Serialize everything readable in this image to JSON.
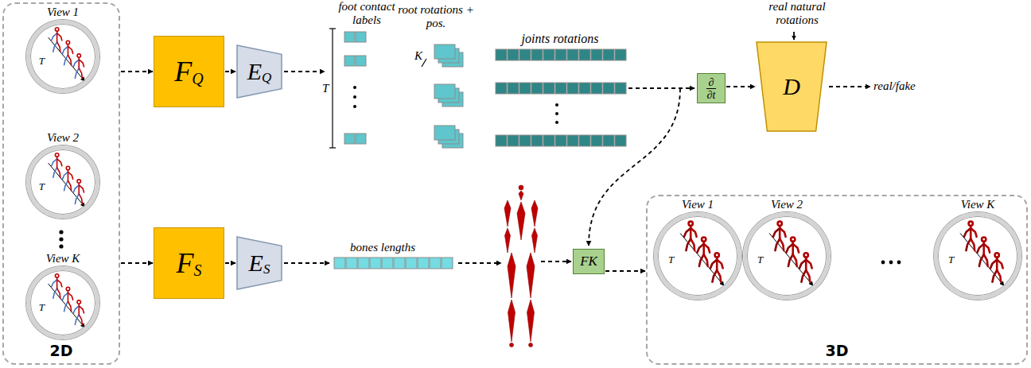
{
  "diagram": {
    "nodes": [
      {
        "text": [
          "2D"
        ]
      },
      {
        "text": [
          "View 1",
          "T"
        ],
        "in": 0
      },
      {
        "text": [
          "View 2",
          "T"
        ],
        "in": 0
      },
      {
        "text": [
          "View K",
          "T"
        ],
        "in": 0
      },
      {
        "text": [
          "F",
          "Q"
        ]
      },
      {
        "text": [
          "E",
          "Q"
        ]
      },
      {
        "text": [
          "∂",
          "∂t"
        ]
      },
      {
        "text": [
          "D"
        ]
      },
      {
        "text": [
          "F",
          "S"
        ]
      },
      {
        "text": [
          "E",
          "S"
        ]
      },
      {
        "text": [
          "FK"
        ]
      },
      {
        "text": [
          "3D"
        ]
      },
      {
        "text": [
          "View 1",
          "T"
        ],
        "in": 11
      },
      {
        "text": [
          "View 2",
          "T"
        ],
        "in": 11
      },
      {
        "text": [
          "View K",
          "T"
        ],
        "in": 11
      }
    ],
    "edges": [
      {
        "from": 0,
        "to": 4,
        "arrow": "to"
      },
      {
        "from": 4,
        "to": 5,
        "arrow": "to"
      },
      {
        "from": 0,
        "to": 8,
        "arrow": "to"
      },
      {
        "from": 8,
        "to": 9,
        "arrow": "to"
      },
      {
        "from": 6,
        "to": 7,
        "arrow": "to"
      },
      {
        "from": 10,
        "to": 11,
        "arrow": "to"
      }
    ],
    "labels": [
      "foot contact labels",
      "T",
      "root rotations + pos.",
      "K",
      "joints rotations",
      "real natural rotations",
      "real/fake",
      "bones lengths"
    ]
  }
}
